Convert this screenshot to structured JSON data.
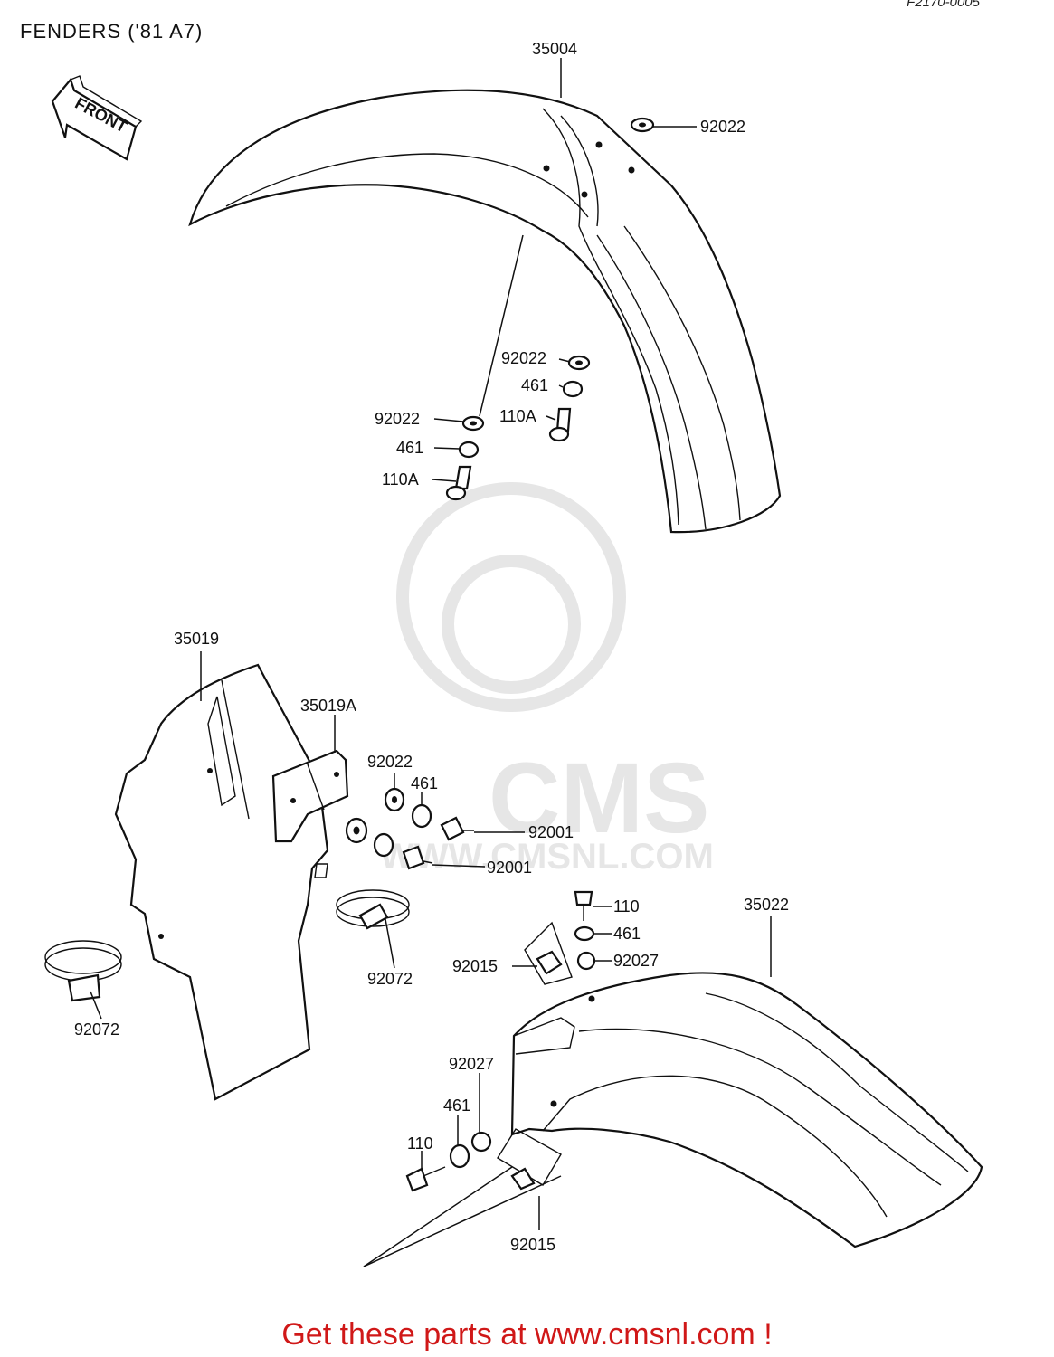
{
  "title": "FENDERS ('81 A7)",
  "ref_code": "F2170-0005",
  "front_arrow_label": "FRONT",
  "watermark": {
    "brand": "CMS",
    "url": "WWW.CMSNL.COM"
  },
  "footer": "Get these parts at www.cmsnl.com !",
  "callouts": {
    "front_fender": "35004",
    "front_fender_washer": "92022",
    "washer_r": "92022",
    "lockwasher_r": "461",
    "bolt_r": "110A",
    "washer_l": "92022",
    "lockwasher_l": "461",
    "bolt_l": "110A",
    "mud_flap": "35019",
    "flap_bracket": "35019A",
    "flap_washer": "92022",
    "flap_lockwasher": "461",
    "flap_screw_a": "92001",
    "flap_screw_b": "92001",
    "band_mid": "92072",
    "band_left": "92072",
    "rear_fender": "35022",
    "rear_bolt_top": "110",
    "rear_lockwasher_top": "461",
    "rear_collar_top": "92027",
    "rear_nut_top": "92015",
    "rear_collar_bottom": "92027",
    "rear_lockwasher_bottom": "461",
    "rear_bolt_bottom": "110",
    "rear_nut_bottom": "92015"
  }
}
